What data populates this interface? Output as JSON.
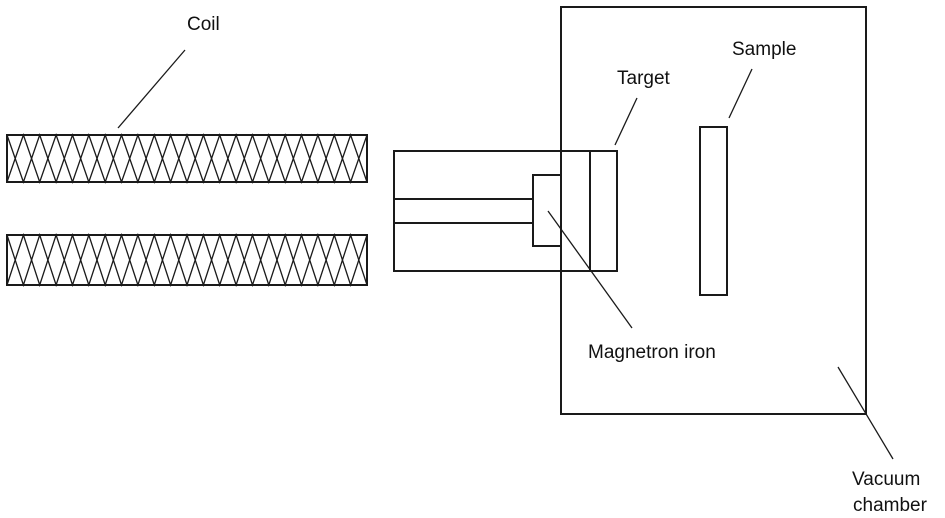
{
  "labels": {
    "coil": "Coil",
    "target": "Target",
    "sample": "Sample",
    "magnetron_iron": "Magnetron iron",
    "vacuum_chamber_line1": "Vacuum",
    "vacuum_chamber_line2": "chamber"
  },
  "colors": {
    "line": "#1a1a1a",
    "text": "#111111",
    "background": "#ffffff"
  }
}
